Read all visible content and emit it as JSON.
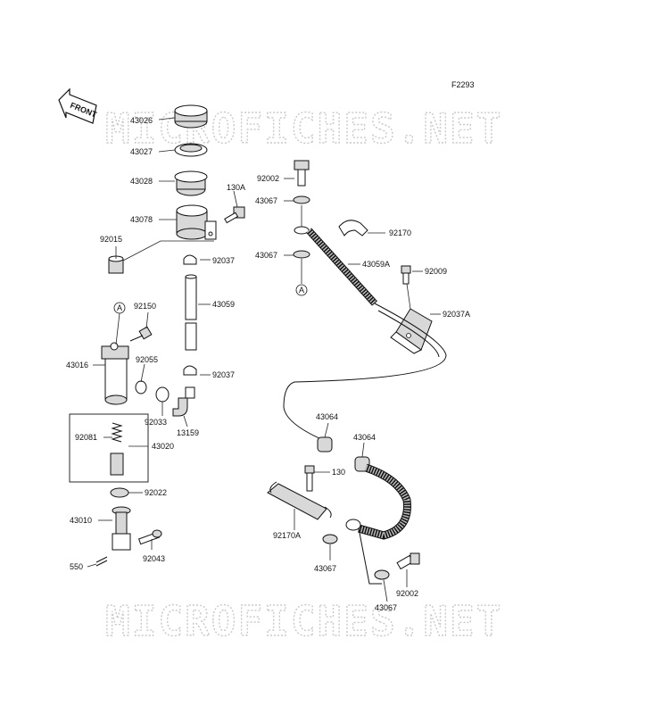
{
  "figure_code": "F2293",
  "front_label": "FRONT",
  "watermark": "MICROFICHES.NET",
  "ref_marker": "A",
  "parts": {
    "p43026": "43026",
    "p43027": "43027",
    "p43028": "43028",
    "p43078": "43078",
    "p92015": "92015",
    "p130A": "130A",
    "p92037_top": "92037",
    "p43059": "43059",
    "p92037_bot": "92037",
    "p92150": "92150",
    "p43016": "43016",
    "p92055": "92055",
    "p92033": "92033",
    "p13159": "13159",
    "p92081": "92081",
    "p43020": "43020",
    "p92022": "92022",
    "p43010": "43010",
    "p92043": "92043",
    "p550": "550",
    "p92002_top": "92002",
    "p43067_a": "43067",
    "p43067_b": "43067",
    "p92170": "92170",
    "p43059A": "43059A",
    "p92009": "92009",
    "p92037A": "92037A",
    "p43064_a": "43064",
    "p43064_b": "43064",
    "p130": "130",
    "p92170A": "92170A",
    "p43067_c": "43067",
    "p92002_bot": "92002",
    "p43067_d": "43067"
  }
}
